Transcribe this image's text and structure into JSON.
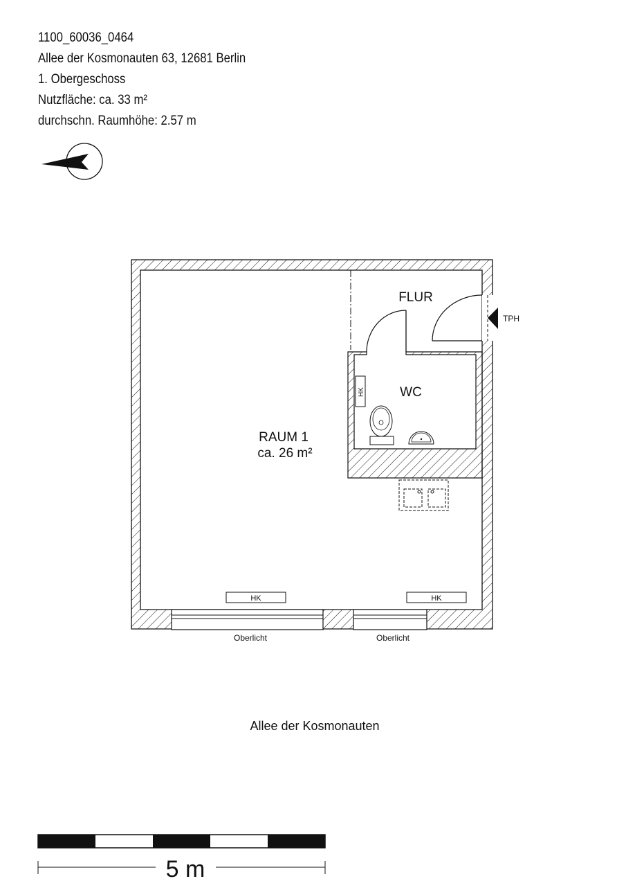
{
  "header": {
    "id": "1100_60036_0464",
    "address": "Allee der Kosmonauten 63, 12681 Berlin",
    "floor": "1. Obergeschoss",
    "area": "Nutzfläche: ca. 33 m²",
    "height": "durchschn. Raumhöhe: 2.57 m"
  },
  "plan": {
    "room1_name": "RAUM 1",
    "room1_area": "ca. 26 m²",
    "flur": "FLUR",
    "wc": "WC",
    "tph": "TPH",
    "hk": "HK",
    "window_label": "Oberlicht",
    "street": "Allee der Kosmonauten"
  },
  "scale": {
    "label": "5 m"
  },
  "icons": {
    "north": "north-arrow-icon"
  }
}
